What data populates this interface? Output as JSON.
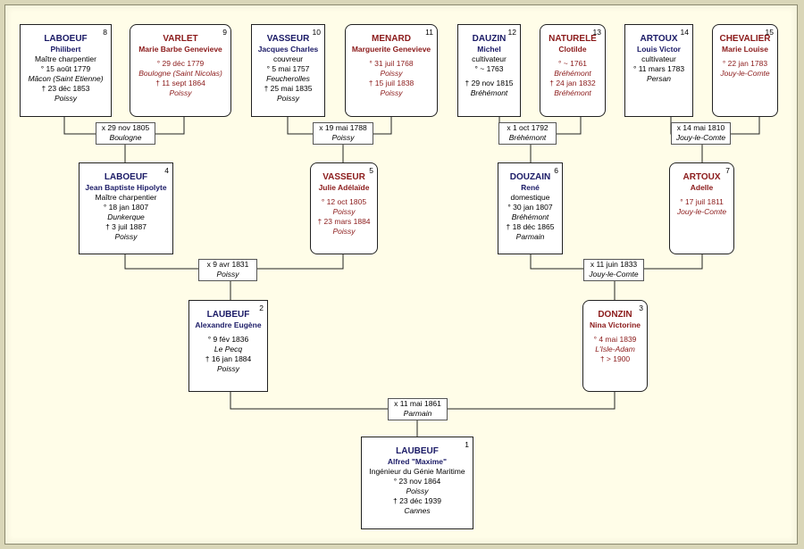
{
  "persons": [
    {
      "id": "p1",
      "num": "1",
      "surname": "LAUBEUF",
      "given": "Alfred \"Maxime\"",
      "occupation": "Ingénieur du Génie Maritime",
      "birth": "° 23 nov 1864",
      "birth_place": "Poissy",
      "death": "† 23 déc 1939",
      "death_place": "Cannes"
    },
    {
      "id": "p2",
      "num": "2",
      "surname": "LAUBEUF",
      "given": "Alexandre Eugène",
      "occupation": "",
      "birth": "° 9 fév 1836",
      "birth_place": "Le Pecq",
      "death": "† 16 jan 1884",
      "death_place": "Poissy"
    },
    {
      "id": "p3",
      "num": "3",
      "surname": "DONZIN",
      "given": "Nina Victorine",
      "occupation": "",
      "birth": "° 4 mai 1839",
      "birth_place": "L'Isle-Adam",
      "death": "† > 1900",
      "death_place": ""
    },
    {
      "id": "p4",
      "num": "4",
      "surname": "LABOEUF",
      "given": "Jean Baptiste Hipolyte",
      "occupation": "Maître charpentier",
      "birth": "° 18 jan 1807",
      "birth_place": "Dunkerque",
      "death": "† 3 juil 1887",
      "death_place": "Poissy"
    },
    {
      "id": "p5",
      "num": "5",
      "surname": "VASSEUR",
      "given": "Julie Adélaïde",
      "occupation": "",
      "birth": "° 12 oct 1805",
      "birth_place": "Poissy",
      "death": "† 23 mars 1884",
      "death_place": "Poissy"
    },
    {
      "id": "p6",
      "num": "6",
      "surname": "DOUZAIN",
      "given": "René",
      "occupation": "domestique",
      "birth": "° 30 jan 1807",
      "birth_place": "Bréhémont",
      "death": "† 18 déc 1865",
      "death_place": "Parmain"
    },
    {
      "id": "p7",
      "num": "7",
      "surname": "ARTOUX",
      "given": "Adelle",
      "occupation": "",
      "birth": "° 17 juil 1811",
      "birth_place": "Jouy-le-Comte",
      "death": "",
      "death_place": ""
    },
    {
      "id": "p8",
      "num": "8",
      "surname": "LABOEUF",
      "given": "Philibert",
      "occupation": "Maître charpentier",
      "birth": "° 15 août 1779",
      "birth_place": "Mâcon (Saint Etienne)",
      "death": "† 23 déc 1853",
      "death_place": "Poissy"
    },
    {
      "id": "p9",
      "num": "9",
      "surname": "VARLET",
      "given": "Marie Barbe Genevieve",
      "occupation": "",
      "birth": "° 29 déc 1779",
      "birth_place": "Boulogne (Saint Nicolas)",
      "death": "† 11 sept 1864",
      "death_place": "Poissy"
    },
    {
      "id": "p10",
      "num": "10",
      "surname": "VASSEUR",
      "given": "Jacques Charles",
      "occupation": "couvreur",
      "birth": "° 5 mai 1757",
      "birth_place": "Feucherolles",
      "death": "† 25 mai 1835",
      "death_place": "Poissy"
    },
    {
      "id": "p11",
      "num": "11",
      "surname": "MENARD",
      "given": "Marguerite Genevieve",
      "occupation": "",
      "birth": "° 31 juil 1768",
      "birth_place": "Poissy",
      "death": "† 15 juil 1838",
      "death_place": "Poissy"
    },
    {
      "id": "p12",
      "num": "12",
      "surname": "DAUZIN",
      "given": "Michel",
      "occupation": "cultivateur",
      "birth": "° ~ 1763",
      "birth_place": "",
      "death": "† 29 nov 1815",
      "death_place": "Bréhémont"
    },
    {
      "id": "p13",
      "num": "13",
      "surname": "NATURELE",
      "given": "Clotilde",
      "occupation": "",
      "birth": "° ~ 1761",
      "birth_place": "Bréhémont",
      "death": "† 24 jan 1832",
      "death_place": "Bréhémont"
    },
    {
      "id": "p14",
      "num": "14",
      "surname": "ARTOUX",
      "given": "Louis Victor",
      "occupation": "cultivateur",
      "birth": "° 11 mars 1783",
      "birth_place": "Persan",
      "death": "",
      "death_place": ""
    },
    {
      "id": "p15",
      "num": "15",
      "surname": "CHEVALIER",
      "given": "Marie Louise",
      "occupation": "",
      "birth": "° 22 jan 1783",
      "birth_place": "Jouy-le-Comte",
      "death": "",
      "death_place": ""
    }
  ],
  "marriages": [
    {
      "id": "m8",
      "date": "x 29 nov 1805",
      "place": "Boulogne"
    },
    {
      "id": "m10",
      "date": "x 19 mai 1788",
      "place": "Poissy"
    },
    {
      "id": "m12",
      "date": "x 1 oct 1792",
      "place": "Bréhémont"
    },
    {
      "id": "m14",
      "date": "x 14 mai 1810",
      "place": "Jouy-le-Comte"
    },
    {
      "id": "m4",
      "date": "x 9 avr 1831",
      "place": "Poissy"
    },
    {
      "id": "m6",
      "date": "x 11 juin 1833",
      "place": "Jouy-le-Comte"
    },
    {
      "id": "m2",
      "date": "x 11 mai 1861",
      "place": "Parmain"
    }
  ],
  "colors": {
    "male": "#1a1a66",
    "female": "#8b1a1a",
    "background": "#fffde8",
    "border": "#222222"
  }
}
